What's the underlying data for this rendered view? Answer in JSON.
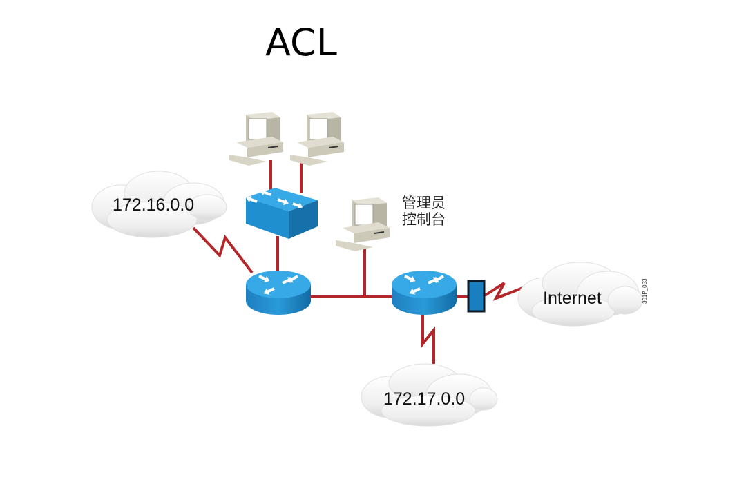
{
  "title": "ACL",
  "colors": {
    "link": "#b3262a",
    "device_blue": "#1d8fd0",
    "device_blue_dark": "#1474ad",
    "firewall": "#1a7fbe",
    "pc_beige": "#d4d1c3",
    "cloud": "#f3f3f3"
  },
  "networks": {
    "net_a": "172.16.0.0",
    "net_b": "172.17.0.0",
    "internet": "Internet"
  },
  "admin_console": {
    "line1": "管理员",
    "line2": "控制台"
  },
  "figure_code": "301P_053",
  "devices": [
    {
      "name": "pc-1",
      "type": "workstation"
    },
    {
      "name": "pc-2",
      "type": "workstation"
    },
    {
      "name": "admin-pc",
      "type": "workstation"
    },
    {
      "name": "switch",
      "type": "switch"
    },
    {
      "name": "router-1",
      "type": "router"
    },
    {
      "name": "router-2",
      "type": "router"
    },
    {
      "name": "firewall",
      "type": "firewall"
    }
  ]
}
